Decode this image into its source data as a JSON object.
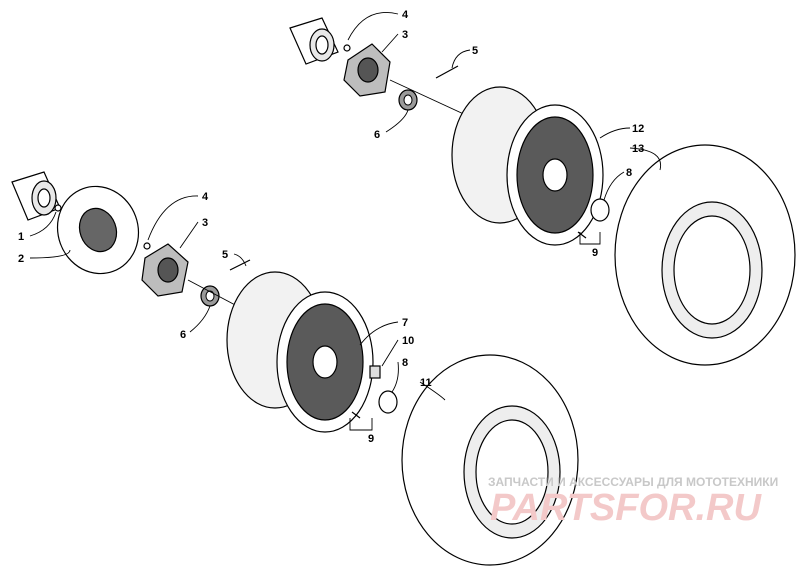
{
  "labels": {
    "l1": "1",
    "l2": "2",
    "l3a": "3",
    "l3b": "3",
    "l4a": "4",
    "l4b": "4",
    "l5a": "5",
    "l5b": "5",
    "l6a": "6",
    "l6b": "6",
    "l7": "7",
    "l8a": "8",
    "l8b": "8",
    "l9a": "9",
    "l9b": "9",
    "l10": "10",
    "l11": "11",
    "l12": "12",
    "l13": "13"
  },
  "watermark": {
    "caption": "ЗАПЧАСТИ И АКСЕССУАРЫ ДЛЯ МОТОТЕХНИКИ",
    "brand": "PARTSFOR.RU"
  },
  "colors": {
    "ink": "#000000",
    "tire_gray": "#d9d9d9",
    "wheel_dark": "#4a4a4a",
    "watermark_red": "#f3c9c9",
    "watermark_gray": "#c8c8c8"
  }
}
